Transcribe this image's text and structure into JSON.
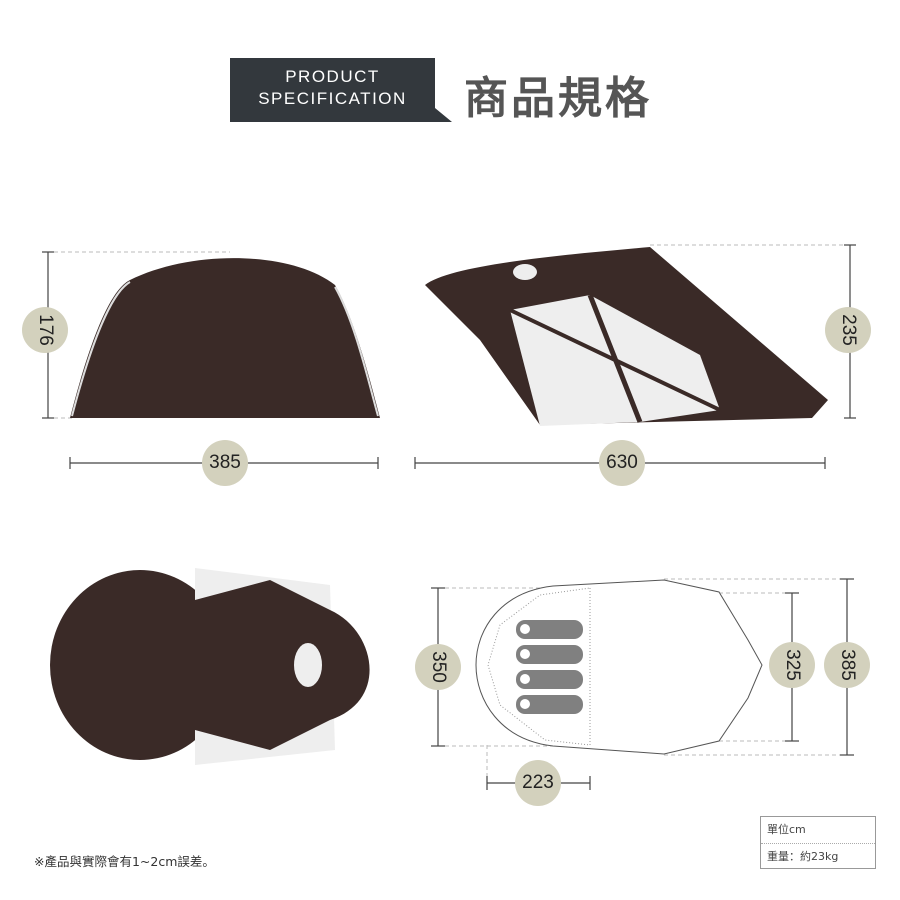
{
  "header": {
    "title_en_line1": "PRODUCT",
    "title_en_line2": "SPECIFICATION",
    "title_zh": "商品規格"
  },
  "dimensions": {
    "front_height": "176",
    "front_width": "385",
    "side_height": "235",
    "side_length": "630",
    "floor_depth": "350",
    "floor_inner_width": "325",
    "floor_outer_width": "385",
    "floor_inner_length": "223"
  },
  "note": "※產品與實際會有1~2cm誤差。",
  "spec_box": {
    "unit": "單位cm",
    "weight": "重量：約23kg"
  },
  "colors": {
    "header_bg": "#33383d",
    "badge": "#d3d1bd",
    "tent": "#3a2a27"
  }
}
